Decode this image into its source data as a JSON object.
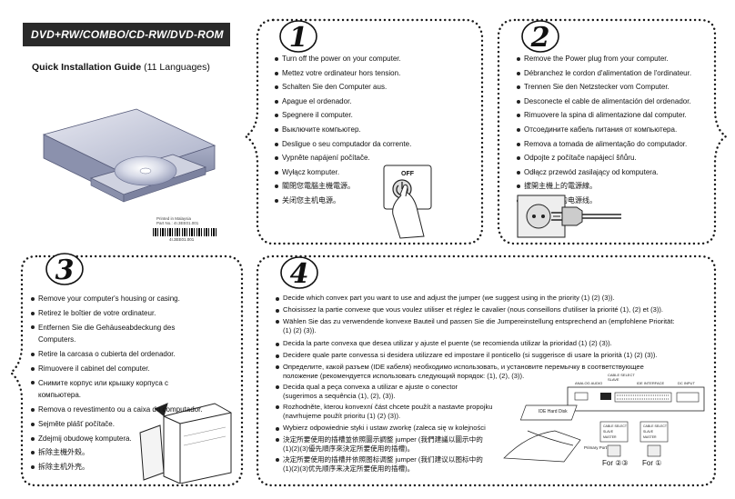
{
  "header": {
    "banner": "DVD+RW/COMBO/CD-RW/DVD-ROM",
    "guide_title": "Quick Installation Guide",
    "guide_languages": "(11 Languages)"
  },
  "product": {
    "print_line1": "Printed in Malaysia",
    "print_line2": "Part No.: 4I.3EE01.001",
    "barcode_text": "4I.3EE01.001"
  },
  "step1": {
    "number": "1",
    "items": [
      "Turn off the power on your computer.",
      "Mettez votre ordinateur hors tension.",
      "Schalten Sie den Computer aus.",
      "Apague el ordenador.",
      "Spegnere il computer.",
      "Выключите компьютер.",
      "Desligue o seu computador da corrente.",
      "Vypněte napájení počítače.",
      "Wyłącz komputer.",
      "關閉您電腦主機電源。",
      "关闭您主机电源。"
    ],
    "off_label": "OFF"
  },
  "step2": {
    "number": "2",
    "items": [
      "Remove the Power plug from your computer.",
      "Débranchez le cordon d'alimentation de l'ordinateur.",
      "Trennen Sie den Netzstecker vom Computer.",
      "Desconecte el cable de alimentación del ordenador.",
      "Rimuovere la spina di alimentazione dal computer.",
      "Отсоедините кабель питания от компьютера.",
      "Remova a tomada de alimentação do computador.",
      "Odpojte z počítače napájecí šňůru.",
      "Odłącz przewód zasilający od komputera.",
      "拔開主機上的電源線。",
      "拔开主机上的电源线。"
    ]
  },
  "step3": {
    "number": "3",
    "items": [
      "Remove your computer's housing or casing.",
      "Retirez le boîtier de votre ordinateur.",
      "Entfernen Sie die Gehäuseabdeckung des Computers.",
      "Retire la carcasa o cubierta del ordenador.",
      "Rimuovere il cabinet del computer.",
      "Снимите корпус или крышку корпуса с компьютера.",
      "Remova o revestimento ou a caixa do computador.",
      "Sejměte plášť počítače.",
      "Zdejmij obudowę komputera.",
      "拆除主機外殼。",
      "拆除主机外壳。"
    ]
  },
  "step4": {
    "number": "4",
    "items": [
      "Decide which convex part you want to use and adjust the jumper (we suggest using in the priority (1) (2) (3)).",
      "Choisissez la partie convexe que vous voulez utiliser et réglez le cavalier (nous conseillons d'utiliser la priorité (1), (2) et (3)).",
      "Wählen Sie das zu verwendende konvexe Bauteil und passen Sie die Jumpereinstellung entsprechend an (empfohlene Priorität: (1) (2) (3)).",
      "Decida la parte convexa que desea utilizar y ajuste el puente (se recomienda utilizar la prioridad (1) (2) (3)).",
      "Decidere quale parte convessa si desidera utilizzare ed impostare il ponticello (si suggerisce di usare la priorità (1) (2) (3)).",
      "Определите, какой разъем (IDE кабеля) необходимо использовать, и установите перемычку в соответствующее положение (рекомендуется использовать следующий порядок: (1), (2), (3)).",
      "Decida qual a peça convexa a utilizar e ajuste o conector (sugerimos a sequência (1), (2), (3)).",
      "Rozhodněte, kterou konvexní část chcete použít a nastavte propojku (navrhujeme použít prioritu (1) (2) (3)).",
      "Wybierz odpowiednie styki i ustaw zworkę (zaleca się w kolejności",
      "決定所要使用的插槽並依照圖示調整 jumper (我們建議以圖示中的(1)(2)(3)優先順序來決定所要使用的插槽)。",
      "决定所要使用的插槽并依照图标调整 jumper (我们建议以图标中的(1)(2)(3)优先顺序来决定所要使用的插槽)。"
    ],
    "diagram": {
      "ide_hard_disk": "IDE Hard Disk",
      "primary_port": "Primary Port",
      "cable_select": "CABLE SELECT",
      "slave": "SLAVE",
      "master": "MASTER",
      "analog_audio": "ANALOG AUDIO",
      "ide_interface": "IDE INTERFACE",
      "dc_input": "DC INPUT",
      "for_23": "For ②③",
      "for_1": "For ①"
    }
  },
  "colors": {
    "banner_bg": "#2a2a2a",
    "dots": "#1a1a1a"
  }
}
